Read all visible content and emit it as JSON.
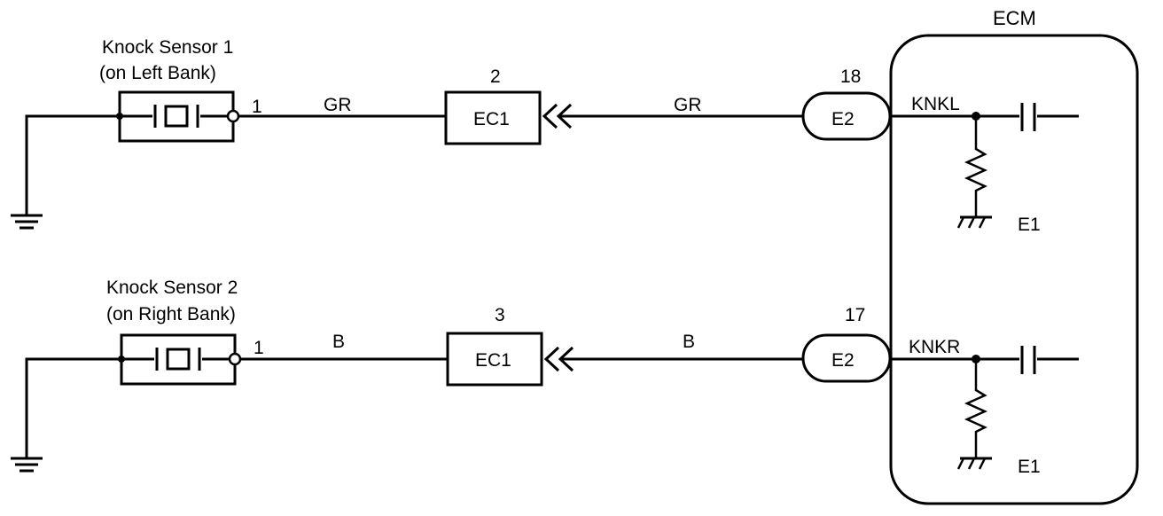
{
  "ecm": {
    "label": "ECM"
  },
  "circuits": [
    {
      "sensor_label_1": "Knock Sensor 1",
      "sensor_label_2": "(on Left Bank)",
      "sensor_pin": "1",
      "wire_color_left": "GR",
      "connector_pin": "2",
      "connector_name": "EC1",
      "wire_color_right": "GR",
      "ecm_pin": "18",
      "ecm_connector": "E2",
      "signal": "KNKL",
      "ground": "E1"
    },
    {
      "sensor_label_1": "Knock Sensor 2",
      "sensor_label_2": "(on Right Bank)",
      "sensor_pin": "1",
      "wire_color_left": "B",
      "connector_pin": "3",
      "connector_name": "EC1",
      "wire_color_right": "B",
      "ecm_pin": "17",
      "ecm_connector": "E2",
      "signal": "KNKR",
      "ground": "E1"
    }
  ]
}
